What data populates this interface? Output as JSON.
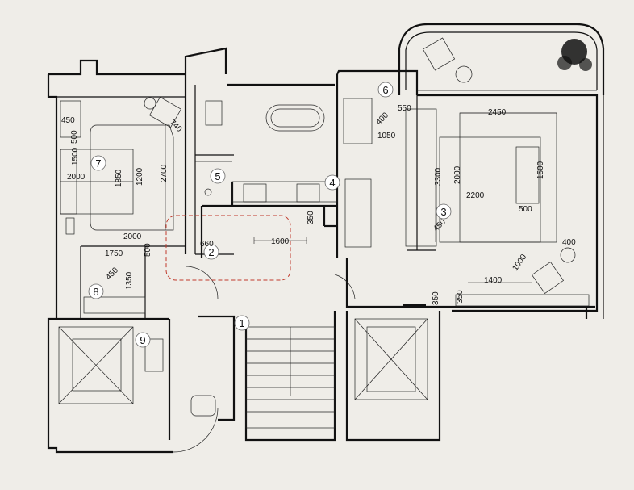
{
  "rooms": [
    {
      "id": "7",
      "label": "7"
    },
    {
      "id": "5",
      "label": "5"
    },
    {
      "id": "4",
      "label": "4"
    },
    {
      "id": "6",
      "label": "6"
    },
    {
      "id": "3",
      "label": "3"
    },
    {
      "id": "2",
      "label": "2"
    },
    {
      "id": "8",
      "label": "8"
    },
    {
      "id": "9",
      "label": "9"
    },
    {
      "id": "1",
      "label": "1"
    }
  ],
  "dimensions": [
    "450",
    "500",
    "1500",
    "2000",
    "1850",
    "1200",
    "2700",
    "740",
    "2000",
    "1750",
    "500",
    "450",
    "1350",
    "660",
    "1600",
    "350",
    "400",
    "550",
    "1050",
    "2450",
    "3300",
    "2000",
    "2200",
    "1500",
    "500",
    "450",
    "350",
    "1000",
    "400",
    "1400",
    "350"
  ],
  "highlight": {
    "color": "#c0392b"
  },
  "icons": [
    "door-swing-icon",
    "bathtub-icon",
    "toilet-icon",
    "sink-icon",
    "elevator-icon",
    "stair-icon",
    "armchair-icon",
    "plant-icon",
    "bed-icon"
  ]
}
